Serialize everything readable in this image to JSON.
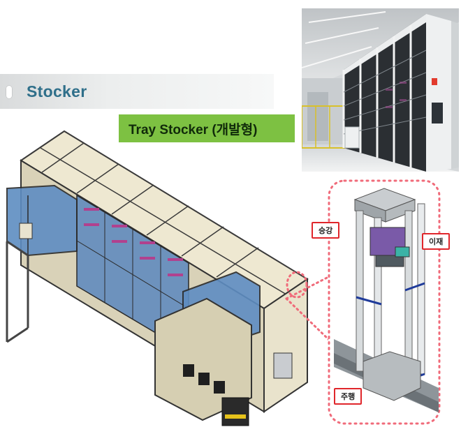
{
  "header": {
    "title": "Stocker"
  },
  "tag": {
    "label": "Tray Stocker (개발형)"
  },
  "detail": {
    "callouts": {
      "lift": "승강",
      "transfer": "이재",
      "travel": "주행"
    }
  },
  "colors": {
    "title_text": "#2f6f8a",
    "tag_bg": "#7dc142",
    "callout_border": "#e0262b",
    "highlight_dots": "#f06b7a",
    "frame_panel": "#efe9d4",
    "glass_blue": "#5d8fc0"
  }
}
